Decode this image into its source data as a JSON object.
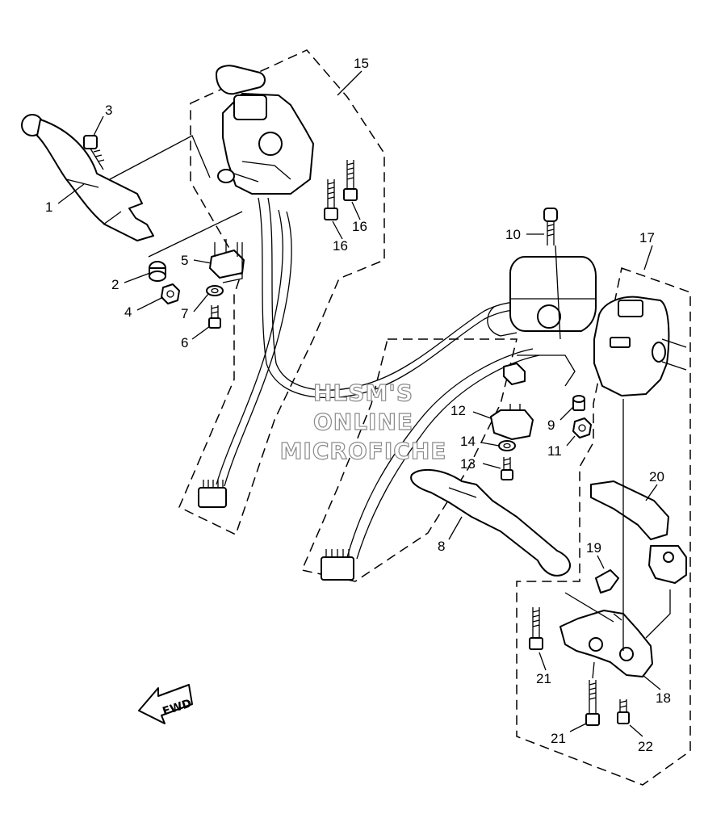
{
  "diagram": {
    "callouts": [
      "1",
      "2",
      "3",
      "4",
      "5",
      "6",
      "7",
      "8",
      "9",
      "10",
      "11",
      "12",
      "13",
      "14",
      "15",
      "16",
      "16",
      "17",
      "18",
      "19",
      "20",
      "21",
      "21",
      "22"
    ],
    "watermark": [
      "HLSM'S",
      "ONLINE",
      "MICROFICHE"
    ],
    "direction_arrow": "FWD",
    "icons": [
      "clutch-lever",
      "brake-lever",
      "switch-housing",
      "master-cylinder",
      "bolt",
      "collar",
      "nut",
      "washer"
    ]
  }
}
